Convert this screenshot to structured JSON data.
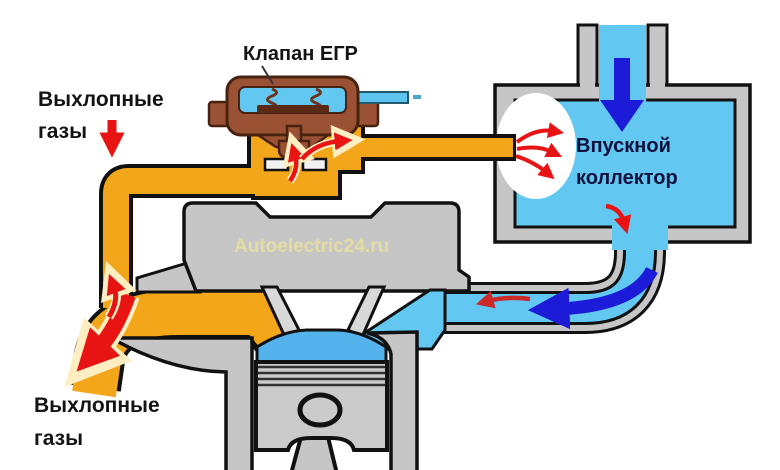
{
  "diagram": {
    "title": "EGR valve operation scheme",
    "labels": {
      "exhaust_top_line1": "Выхлопные",
      "exhaust_top_line2": "газы",
      "egr_valve": "Клапан ЕГР",
      "intake_line1": "Впускной",
      "intake_line2": "коллектор",
      "exhaust_bottom_line1": "Выхлопные",
      "exhaust_bottom_line2": "газы",
      "watermark": "Autoelectric24.ru"
    },
    "components": [
      "egr-valve",
      "egr-valve-diaphragm-springs",
      "egr-valve-poppet",
      "vacuum-line",
      "exhaust-pipe",
      "egr-passage",
      "intake-manifold",
      "intake-runner",
      "cylinder-head",
      "exhaust-port",
      "intake-port",
      "exhaust-valve-stem",
      "intake-valve-stem",
      "combustion-chamber",
      "piston",
      "piston-rings",
      "wrist-pin",
      "connecting-rod",
      "cylinder-walls"
    ],
    "flows": [
      "exhaust-gas-down-arrow",
      "exhaust-gas-big-bend-arrow",
      "egr-branch-up-arrow",
      "egr-through-valve-arrow",
      "egr-to-manifold-arrow",
      "egr-spray-into-manifold",
      "fresh-air-down-arrow",
      "mixture-into-runner-blue-arrow",
      "egr-trace-red-arrow-in-runner",
      "small-red-arrow-in-manifold"
    ],
    "colors": {
      "exhaust_orange": "#f4a61a",
      "intake_blue": "#62c8f2",
      "chamber_blue": "#54b2ec",
      "block_gray": "#c6c6c6",
      "valve_brown": "#9b5134",
      "valve_outline_brown": "#47220f",
      "arrow_red": "#e81414",
      "arrow_dark_red": "#cc2a2a",
      "arrow_blue": "#1b1bd8",
      "arrow_outline_cream": "#ffeec2",
      "outline_black": "#111111",
      "watermark_yellow": "#e7e0a0",
      "background": "#ffffff"
    }
  }
}
